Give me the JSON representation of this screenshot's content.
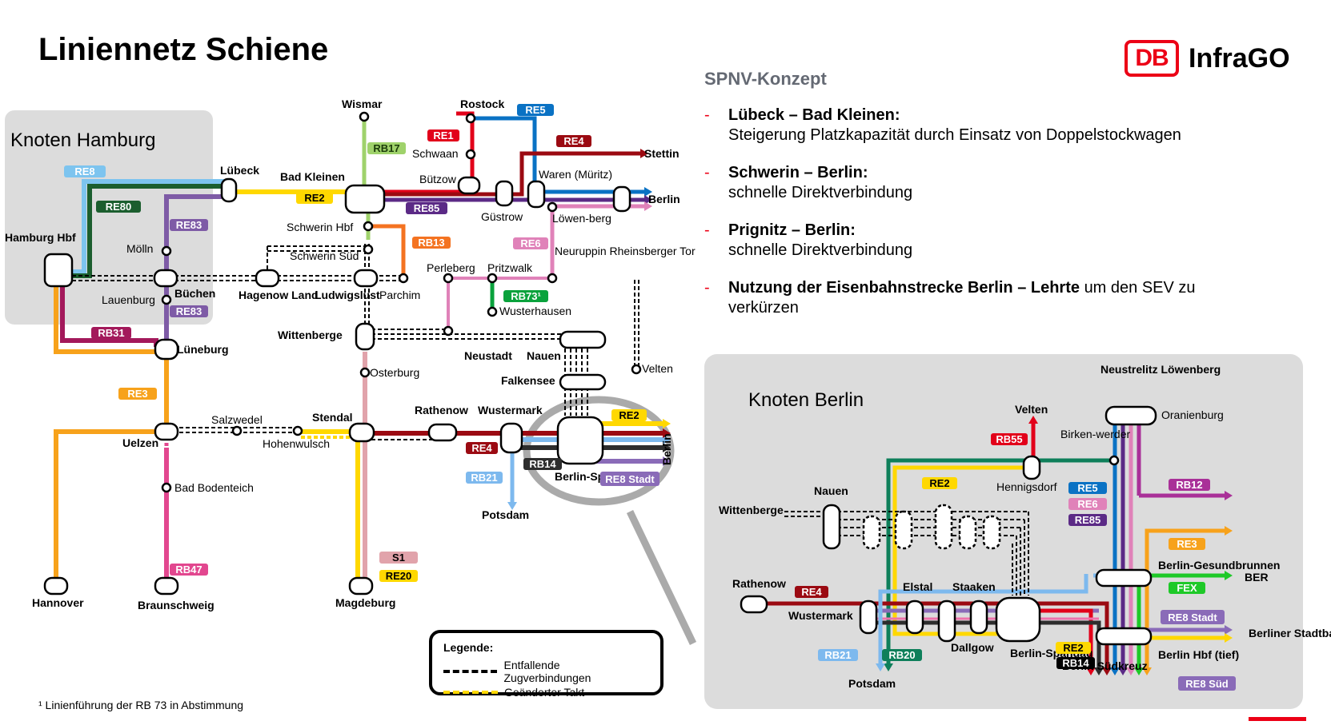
{
  "header": {
    "title": "Liniennetz Schiene",
    "logo_mark": "DB",
    "logo_name": "InfraGO"
  },
  "concept": {
    "title": "SPNV-Konzept",
    "items": [
      {
        "heading": "Lübeck – Bad Kleinen:",
        "text": "Steigerung Platzkapazität durch Einsatz von Doppelstockwagen",
        "inline": false
      },
      {
        "heading": "Schwerin – Berlin:",
        "text": "schnelle Direktverbindung",
        "inline": false
      },
      {
        "heading": "Prignitz – Berlin:",
        "text": "schnelle Direktverbindung",
        "inline": false
      },
      {
        "heading": "Nutzung der Eisenbahnstrecke Berlin – Lehrte",
        "text": "um den SEV zu verkürzen",
        "inline": true
      }
    ]
  },
  "hamburg_box": {
    "title": "Knoten Hamburg"
  },
  "berlin_box": {
    "title": "Knoten Berlin"
  },
  "stations": {
    "hamburg_hbf": "Hamburg Hbf",
    "luebeck": "Lübeck",
    "bad_kleinen": "Bad Kleinen",
    "wismar": "Wismar",
    "rostock": "Rostock",
    "schwaan": "Schwaan",
    "buetzow": "Bützow",
    "guestrow": "Güstrow",
    "waren": "Waren (Müritz)",
    "stettin": "Stettin",
    "berlin_e": "Berlin",
    "loewenberg": "Löwen-berg",
    "neuruppin": "Neuruppin Rheinsberger Tor",
    "schwerin_hbf": "Schwerin Hbf",
    "schwerin_sued": "Schwerin Süd",
    "moelln": "Mölln",
    "lauenburg": "Lauenburg",
    "buechen": "Büchen",
    "hagenow": "Hagenow Land",
    "ludwigslust": "Ludwigslust",
    "parchim": "Parchim",
    "perleberg": "Perleberg",
    "pritzwalk": "Pritzwalk",
    "wusterhausen": "Wusterhausen",
    "wittenberge": "Wittenberge",
    "neustadt": "Neustadt",
    "nauen": "Nauen",
    "falkensee": "Falkensee",
    "velten": "Velten",
    "osterburg": "Osterburg",
    "lueneburg": "Lüneburg",
    "uelzen": "Uelzen",
    "salzwedel": "Salzwedel",
    "hohenwulsch": "Hohenwulsch",
    "stendal": "Stendal",
    "rathenow": "Rathenow",
    "wustermark": "Wustermark",
    "berlin_spandau": "Berlin-Spandau",
    "berlin_vert": "Berlin",
    "potsdam": "Potsdam",
    "bad_bodenteich": "Bad Bodenteich",
    "hannover": "Hannover",
    "braunschweig": "Braunschweig",
    "magdeburg": "Magdeburg"
  },
  "berlin_stations": {
    "neustrelitz": "Neustrelitz Löwenberg",
    "velten": "Velten",
    "oranienburg": "Oranienburg",
    "birkenwerder": "Birken-werder",
    "hennigsdorf": "Hennigsdorf",
    "nauen": "Nauen",
    "wittenberge": "Wittenberge",
    "rathenow": "Rathenow",
    "wustermark": "Wustermark",
    "elstal": "Elstal",
    "staaken": "Staaken",
    "dallgow": "Dallgow",
    "spandau": "Berlin-Spandau",
    "potsdam": "Potsdam",
    "gesundbrunnen": "Berlin-Gesundbrunnen",
    "ber": "BER",
    "hbf_tief": "Berlin Hbf (tief)",
    "stadtbahn": "Berliner Stadtbahn",
    "suedkreuz": "Berlin Südkreuz"
  },
  "lines": {
    "RE8": "RE8",
    "RE80": "RE80",
    "RE83": "RE83",
    "RB31": "RB31",
    "RE3": "RE3",
    "RB47": "RB47",
    "RB17": "RB17",
    "RE2": "RE2",
    "RE85": "RE85",
    "RE1": "RE1",
    "RE5": "RE5",
    "RE4": "RE4",
    "RB13": "RB13",
    "RE6": "RE6",
    "RB73": "RB73¹",
    "S1": "S1",
    "RE20": "RE20",
    "RB21": "RB21",
    "RB14": "RB14",
    "RE8_Stadt": "RE8 Stadt",
    "RB55": "RB55",
    "RB12": "RB12",
    "FEX": "FEX",
    "RB20": "RB20",
    "RE8_Sued": "RE8 Süd",
    "RE2b": "RE2"
  },
  "colors": {
    "RE8": "#7dc4ef",
    "RE80": "#1b5e2e",
    "RE83": "#7e5ba6",
    "RB31": "#a3195b",
    "RE3": "#f7a21b",
    "RB47": "#e2478f",
    "RB17": "#9fd26b",
    "RE2": "#ffd800",
    "RE85": "#5b2a86",
    "RE1": "#e2001a",
    "RE5": "#0a72c4",
    "RE4": "#9b0a12",
    "RB13": "#f47321",
    "RE6": "#e082b9",
    "RB73": "#0aa23c",
    "S1": "#e1a3ab",
    "RE20": "#ffd800",
    "RB21": "#7db9ee",
    "RB14": "#2d2d2d",
    "RE8_Stadt": "#8a6bb8",
    "RB55": "#e2001a",
    "RB12": "#a93098",
    "FEX": "#1ec928",
    "RB20": "#0e7f5a",
    "box": "#dcdcdc",
    "accent": "#ec0016"
  },
  "legend": {
    "title": "Legende:",
    "dropped": "Entfallende Zugverbindungen",
    "changed": "Geänderter Takt"
  },
  "footnote": "¹ Linienführung der RB 73 in Abstimmung"
}
